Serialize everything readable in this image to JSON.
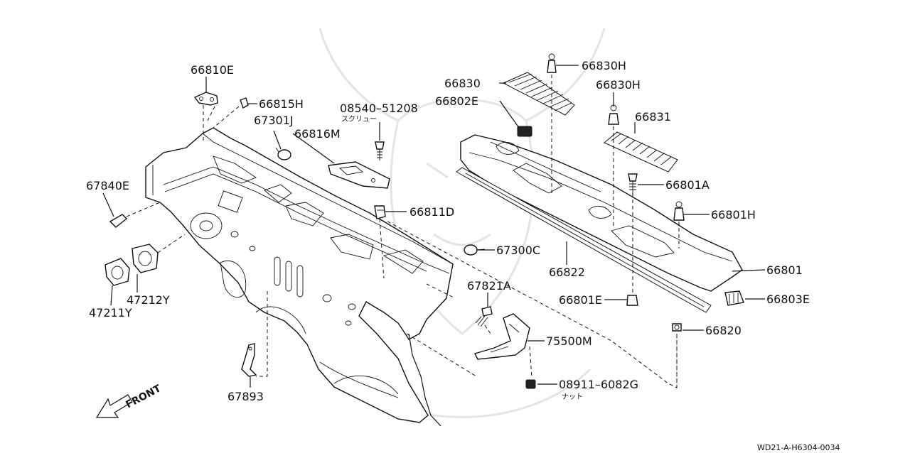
{
  "diagram": {
    "labels": [
      {
        "key": "66810E",
        "text": "66810E"
      },
      {
        "key": "66815H",
        "text": "66815H"
      },
      {
        "key": "67301J",
        "text": "67301J"
      },
      {
        "key": "08540",
        "text": "08540–51208"
      },
      {
        "key": "66816M",
        "text": "66816M"
      },
      {
        "key": "67840E",
        "text": "67840E"
      },
      {
        "key": "66811D",
        "text": "66811D"
      },
      {
        "key": "47212Y",
        "text": "47212Y"
      },
      {
        "key": "47211Y",
        "text": "47211Y"
      },
      {
        "key": "67300C",
        "text": "67300C"
      },
      {
        "key": "67821A",
        "text": "67821A"
      },
      {
        "key": "75500M",
        "text": "75500M"
      },
      {
        "key": "08911",
        "text": "08911–6082G"
      },
      {
        "key": "67893",
        "text": "67893"
      },
      {
        "key": "66830H_a",
        "text": "66830H"
      },
      {
        "key": "66830",
        "text": "66830"
      },
      {
        "key": "66830H_b",
        "text": "66830H"
      },
      {
        "key": "66802E",
        "text": "66802E"
      },
      {
        "key": "66831",
        "text": "66831"
      },
      {
        "key": "66801A",
        "text": "66801A"
      },
      {
        "key": "66801H",
        "text": "66801H"
      },
      {
        "key": "66822",
        "text": "66822"
      },
      {
        "key": "66801",
        "text": "66801"
      },
      {
        "key": "66801E",
        "text": "66801E"
      },
      {
        "key": "66803E",
        "text": "66803E"
      },
      {
        "key": "66820",
        "text": "66820"
      }
    ],
    "sublabels": {
      "screw": "スクリュー",
      "nut": "ナット"
    },
    "front_label": "FRONT",
    "ref_code": "WD21-A-H6304-0034"
  }
}
